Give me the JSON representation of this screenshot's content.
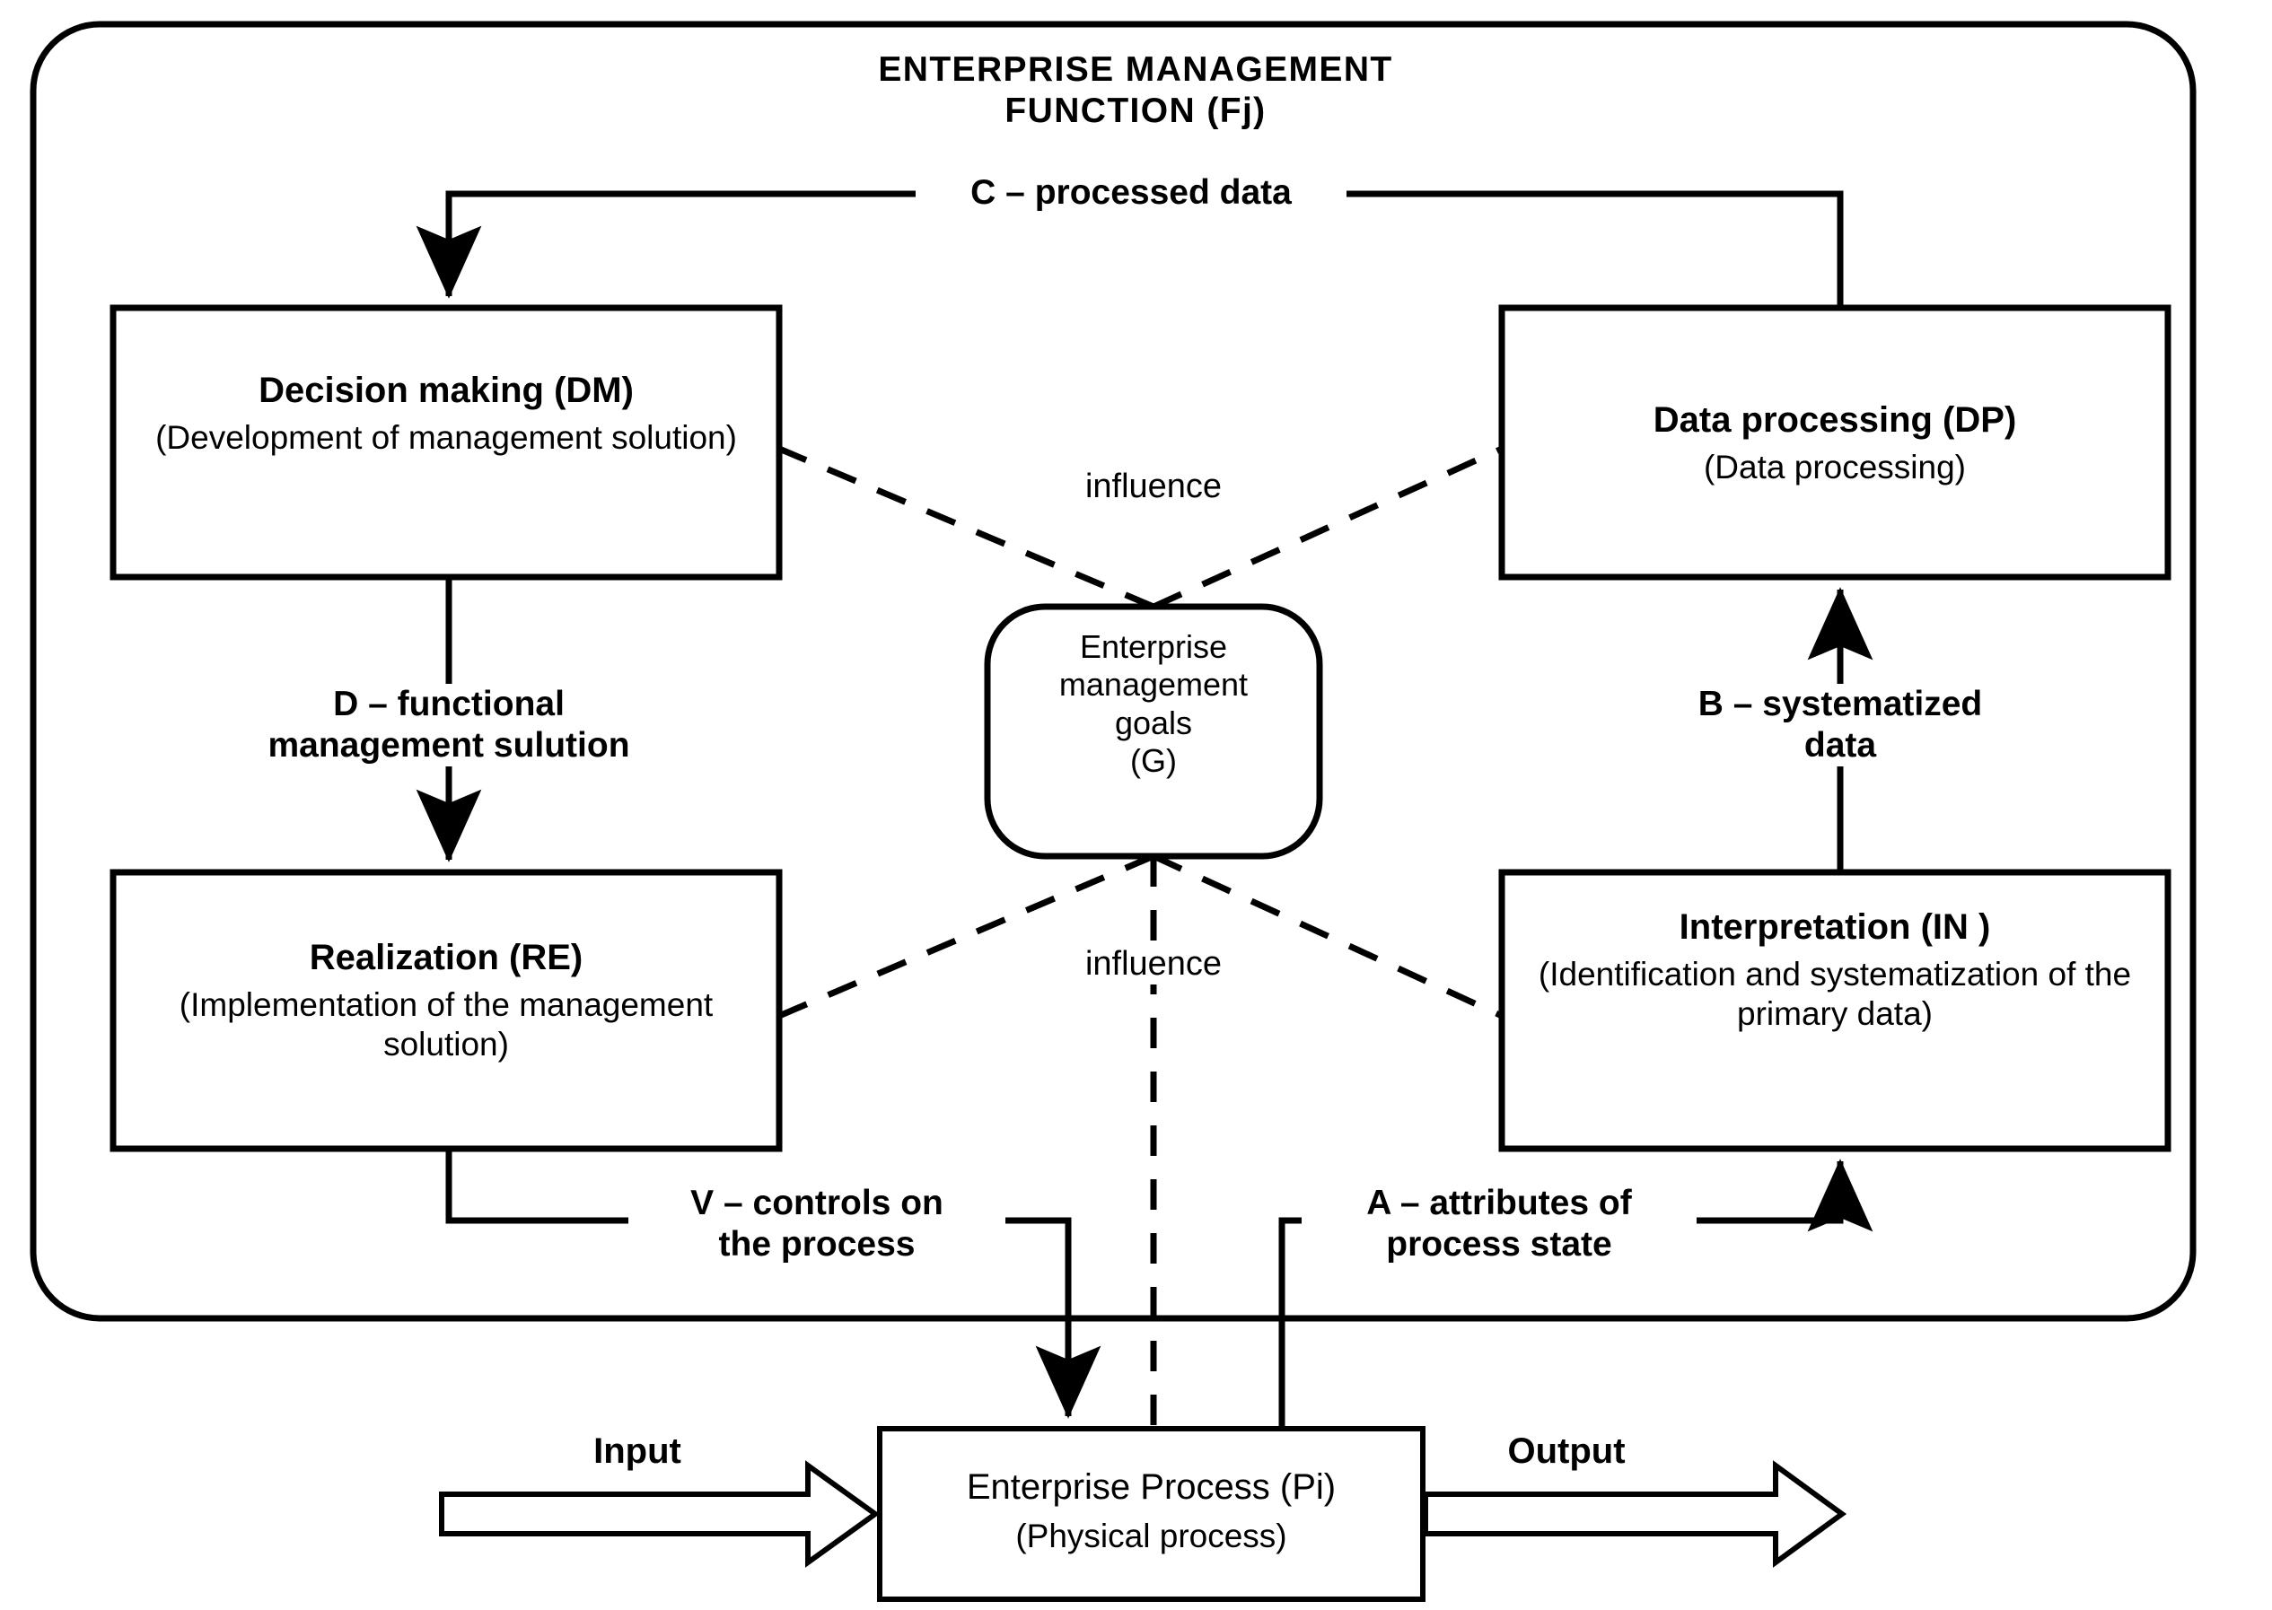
{
  "diagram": {
    "title_line1": "ENTERPRISE MANAGEMENT",
    "title_line2": "FUNCTION (Fj)",
    "boxes": {
      "decision_making": {
        "title": "Decision making (DM)",
        "subtitle": "(Development of management solution)"
      },
      "data_processing": {
        "title": "Data processing (DP)",
        "subtitle": "(Data processing)"
      },
      "realization": {
        "title": "Realization (RE)",
        "subtitle": "(Implementation of the management solution)"
      },
      "interpretation": {
        "title": "Interpretation (IN )",
        "subtitle": "(Identification and systematization of the primary data)"
      },
      "goals": {
        "text": "Enterprise\nmanagement\ngoals\n(G)"
      },
      "enterprise_process": {
        "title": "Enterprise Process (Pi)",
        "subtitle": "(Physical process)"
      }
    },
    "edges": {
      "c_processed_data": "C – processed data",
      "d_functional": "D – functional\nmanagement sulution",
      "b_systematized": "B – systematized\ndata",
      "v_controls": "V – controls on\nthe process",
      "a_attributes": "A – attributes of\nprocess state",
      "influence_top": "influence",
      "influence_bottom": "influence"
    },
    "io": {
      "input": "Input",
      "output": "Output"
    },
    "colors": {
      "stroke": "#000000",
      "fill": "#ffffff",
      "text": "#000000"
    }
  }
}
